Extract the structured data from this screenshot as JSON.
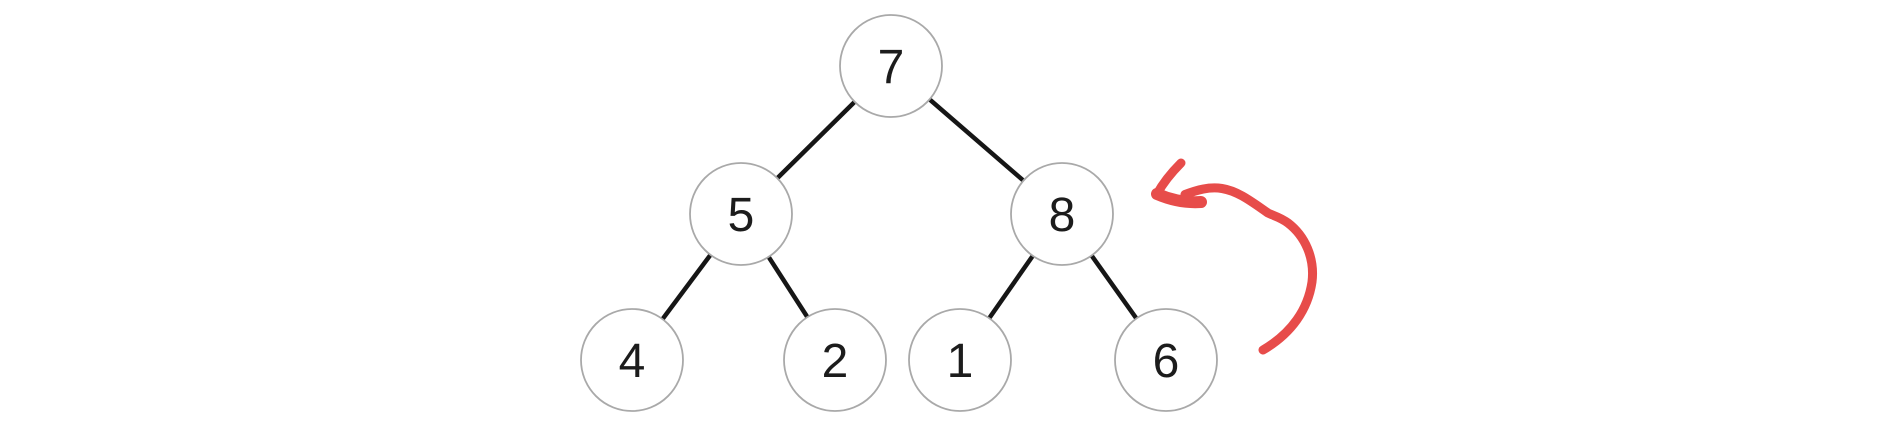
{
  "tree": {
    "kind": "binary-tree",
    "nodes": [
      {
        "role": "root",
        "value": "7"
      },
      {
        "role": "left",
        "value": "5"
      },
      {
        "role": "right",
        "value": "8"
      },
      {
        "role": "left-left",
        "value": "4"
      },
      {
        "role": "left-right",
        "value": "2"
      },
      {
        "role": "right-left",
        "value": "1"
      },
      {
        "role": "right-right",
        "value": "6"
      }
    ],
    "edges": [
      [
        "7",
        "5"
      ],
      [
        "7",
        "8"
      ],
      [
        "5",
        "4"
      ],
      [
        "5",
        "2"
      ],
      [
        "8",
        "1"
      ],
      [
        "8",
        "6"
      ]
    ],
    "style": {
      "background": "#ffffff",
      "node_border_color": "#a9a9a9",
      "edge_color": "#161616",
      "text_color": "#1c1c1c"
    }
  },
  "annotation": {
    "shape": "hand-drawn-curved-arrow",
    "color": "#e74c4a",
    "points_at": "node-8",
    "direction": "curves up from lower right, arrowhead points left at node 8"
  }
}
